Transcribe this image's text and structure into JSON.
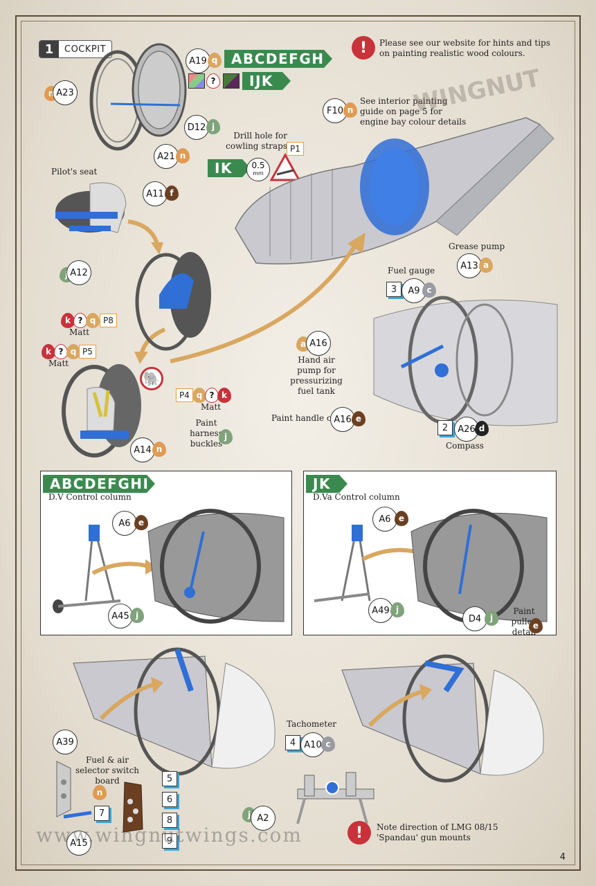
{
  "step": {
    "number": "1",
    "title": "COCKPIT"
  },
  "notes": {
    "website_tip": "Please see our website for hints and tips on painting realistic wood colours.",
    "interior_guide": "See interior painting guide on page 5 for engine bay colour details",
    "drill_hole": "Drill hole for cowling straps",
    "spandau_note": "Note direction of LMG 08/15 'Spandau' gun mounts"
  },
  "banners": {
    "variants_main": "ABCDEFGH",
    "variants_ijk": "IJK",
    "ik": "IK",
    "panel_left": "ABCDEFGHI",
    "panel_right": "JK"
  },
  "labels": {
    "pilots_seat": "Pilot's seat",
    "grease_pump": "Grease pump",
    "fuel_gauge": "Fuel gauge",
    "hand_air_pump": "Hand air pump for pressurizing fuel tank",
    "paint_handle_of": "Paint handle of",
    "compass": "Compass",
    "paint_harness": "Paint harness buckles",
    "matt": "Matt",
    "dv_control": "D.V Control column",
    "dva_control": "D.Va Control column",
    "paint_pulley": "Paint pulley detail",
    "tachometer": "Tachometer",
    "fuel_air": "Fuel & air selector switch board",
    "drill_size": "0.5",
    "drill_unit": "mm"
  },
  "parts": {
    "a19": "A19",
    "a23": "A23",
    "d12": "D12",
    "a21": "A21",
    "f10": "F10",
    "a11": "A11",
    "a12": "A12",
    "a13": "A13",
    "a9": "A9",
    "a16": "A16",
    "a16b": "A16",
    "a26": "A26",
    "a14": "A14",
    "a6": "A6",
    "a45": "A45",
    "a6b": "A6",
    "a49": "A49",
    "d4": "D4",
    "a39": "A39",
    "a10": "A10",
    "a2": "A2",
    "a15": "A15"
  },
  "paints": {
    "q": "q",
    "n": "n",
    "j": "j",
    "f": "f",
    "a": "a",
    "c": "c",
    "e": "e",
    "d": "d",
    "k": "k",
    "unknown": "?"
  },
  "photoetch": {
    "p1": "P1",
    "p8": "P8",
    "p5": "P5",
    "p4": "P4"
  },
  "decals": {
    "d3": "3",
    "d2": "2",
    "d4": "4",
    "d5": "5",
    "d6": "6",
    "d7": "7",
    "d8": "8",
    "d9": "9"
  },
  "watermark": "www.wingnutwings.com",
  "page_number": "4",
  "colors": {
    "green": "#3a8a4f",
    "blue": "#2f6fd6",
    "red": "#c8323a",
    "tan": "#d9a760",
    "orange": "#e09a52",
    "brown": "#6b4022",
    "sage": "#7fa37a",
    "grey": "#9a9aa2"
  }
}
